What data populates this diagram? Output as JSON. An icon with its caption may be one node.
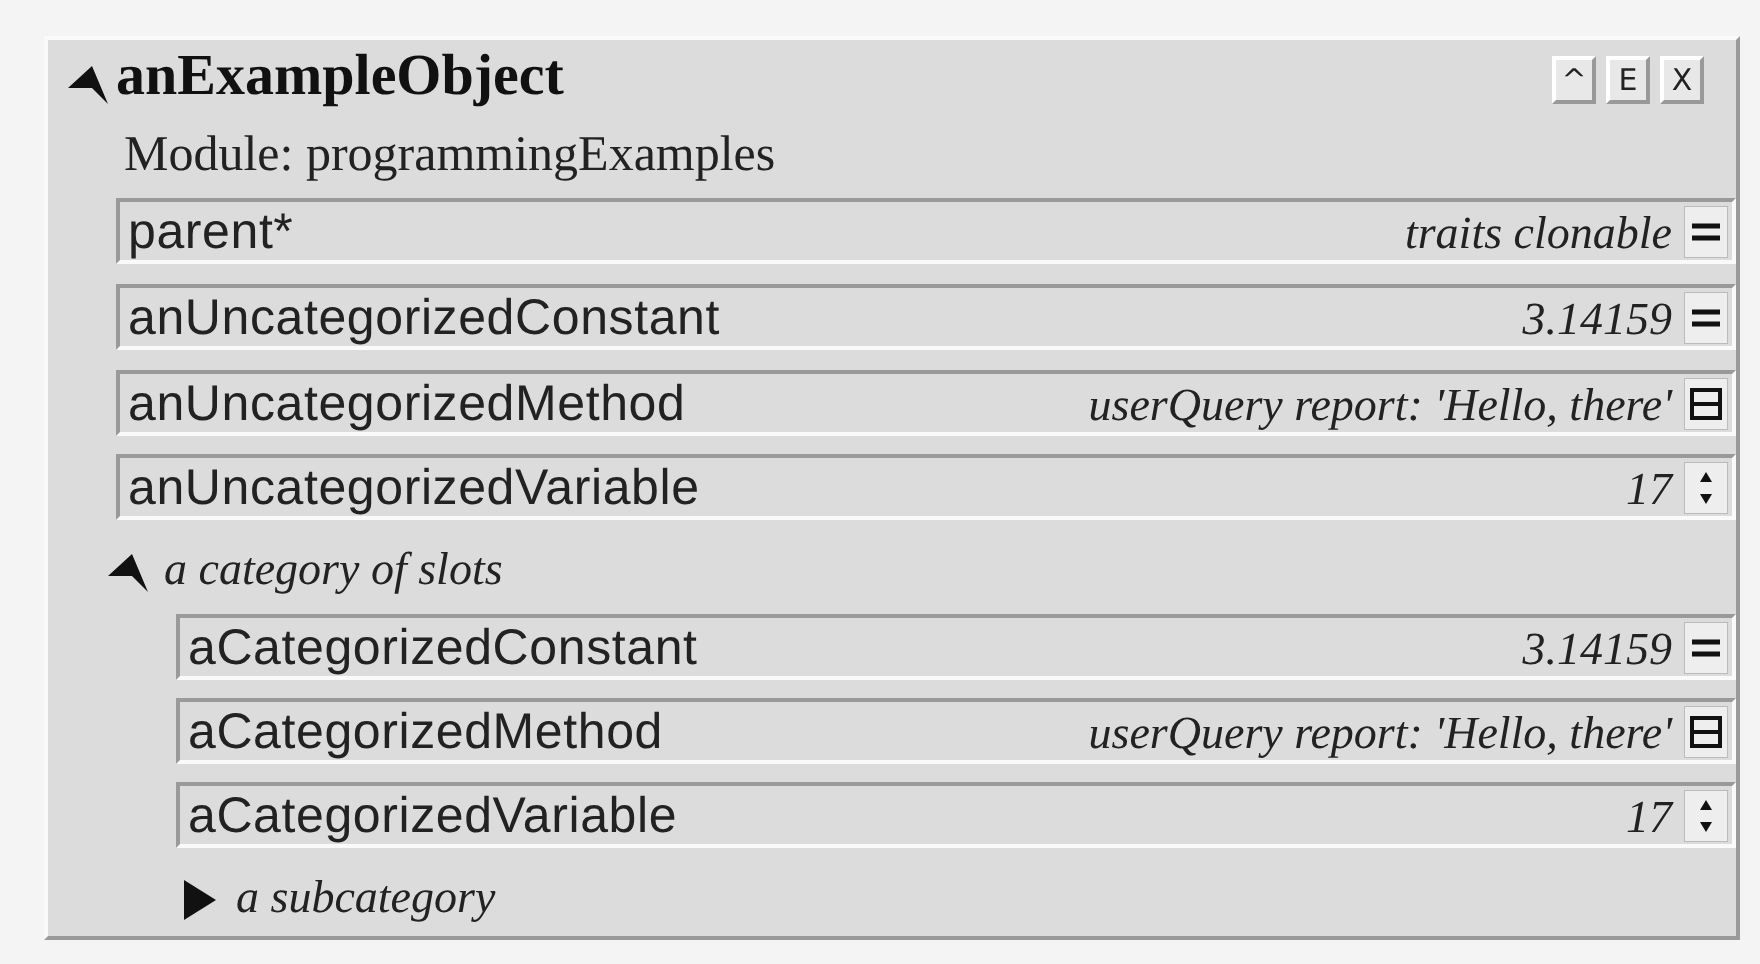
{
  "diagram": {
    "nodes": [
      {
        "text": [
          "anExampleObject",
          "Module: programmingExamples"
        ]
      },
      {
        "text": [
          "parent*",
          "traits clonable"
        ],
        "in": 0
      },
      {
        "text": [
          "anUncategorizedConstant",
          "3.14159"
        ],
        "in": 0
      },
      {
        "text": [
          "anUncategorizedMethod",
          "userQuery report: 'Hello, there'"
        ],
        "in": 0
      },
      {
        "text": [
          "anUncategorizedVariable",
          "17"
        ],
        "in": 0
      },
      {
        "text": [
          "a category of slots"
        ],
        "in": 0
      },
      {
        "text": [
          "aCategorizedConstant",
          "3.14159"
        ],
        "in": 0
      },
      {
        "text": [
          "aCategorizedMethod",
          "userQuery report: 'Hello, there'"
        ],
        "in": 0
      },
      {
        "text": [
          "aCategorizedVariable",
          "17"
        ],
        "in": 0
      },
      {
        "text": [
          "a subcategory"
        ],
        "in": 0
      }
    ],
    "labels": [
      "^",
      "E",
      "X"
    ]
  }
}
